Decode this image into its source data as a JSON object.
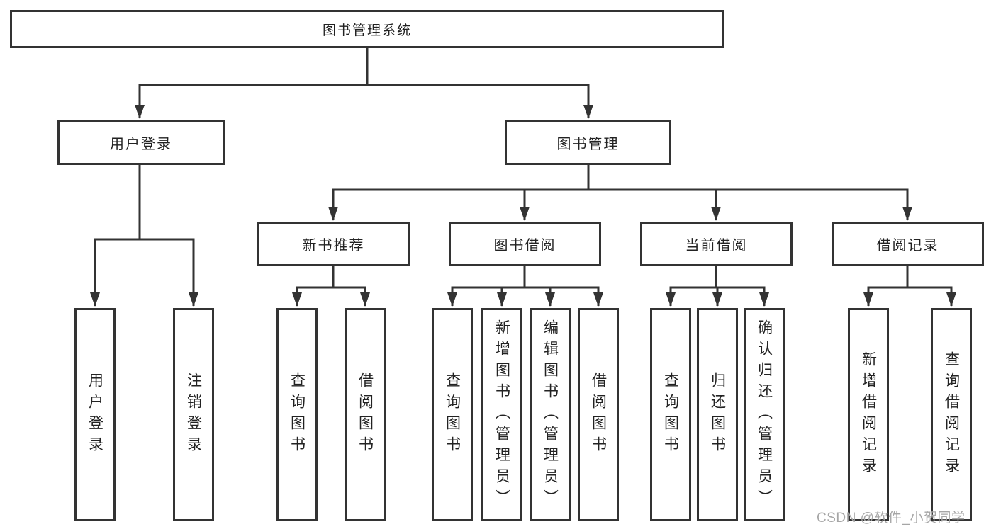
{
  "tree": {
    "label": "图书管理系统",
    "children": [
      {
        "label": "用户登录",
        "children": [
          {
            "label": "用户登录"
          },
          {
            "label": "注销登录"
          }
        ]
      },
      {
        "label": "图书管理",
        "children": [
          {
            "label": "新书推荐",
            "children": [
              {
                "label": "查询图书"
              },
              {
                "label": "借阅图书"
              }
            ]
          },
          {
            "label": "图书借阅",
            "children": [
              {
                "label": "查询图书"
              },
              {
                "label": "新增图书（管理员）"
              },
              {
                "label": "编辑图书（管理员）"
              },
              {
                "label": "借阅图书"
              }
            ]
          },
          {
            "label": "当前借阅",
            "children": [
              {
                "label": "查询图书"
              },
              {
                "label": "归还图书"
              },
              {
                "label": "确认归还（管理员）"
              }
            ]
          },
          {
            "label": "借阅记录",
            "children": [
              {
                "label": "新增借阅记录"
              },
              {
                "label": "查询借阅记录"
              }
            ]
          }
        ]
      }
    ]
  },
  "watermark": "CSDN @软件_小贺同学",
  "colors": {
    "line": "#333333",
    "text": "#222222",
    "background": "#ffffff",
    "watermark": "#a6a6a6"
  }
}
